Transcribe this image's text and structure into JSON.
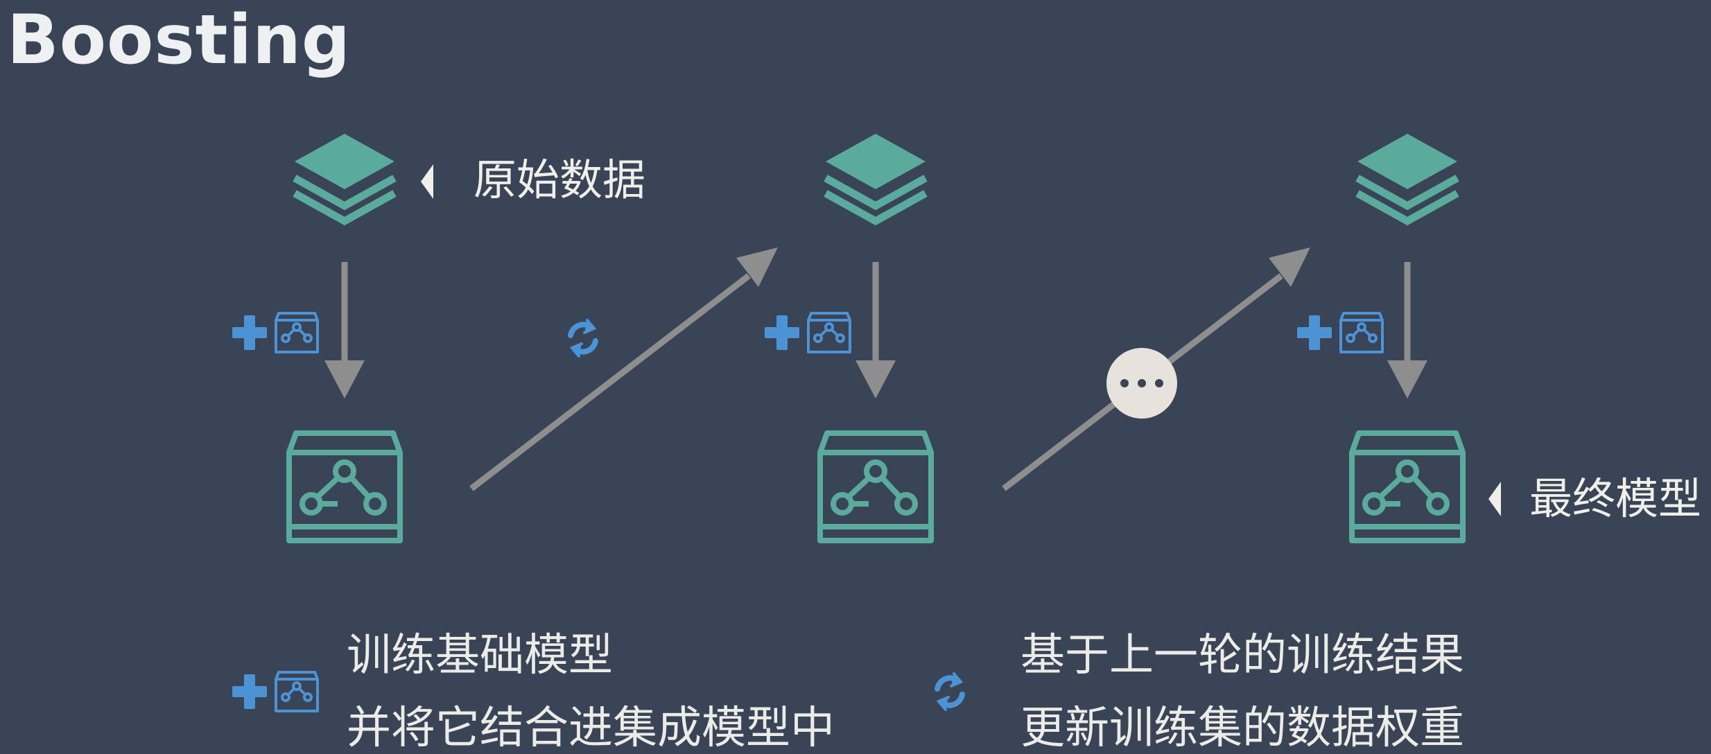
{
  "title": "Boosting",
  "labels": {
    "raw_data": "原始数据",
    "final_model": "最终模型"
  },
  "legend": {
    "add_model": [
      "训练基础模型",
      "并将它结合进集成模型中"
    ],
    "update_weights": [
      "基于上一轮的训练结果",
      "更新训练集的数据权重"
    ]
  },
  "colors": {
    "background": "#394457",
    "teal": "#5bab9d",
    "blue": "#4c93d6",
    "arrow": "#8e8e8e",
    "text": "#f0efe9"
  },
  "icons": [
    "data-layers-icon",
    "model-box-icon",
    "plus-icon",
    "model-mini-icon",
    "refresh-icon",
    "ellipsis-icon",
    "pointer-triangle-icon"
  ]
}
